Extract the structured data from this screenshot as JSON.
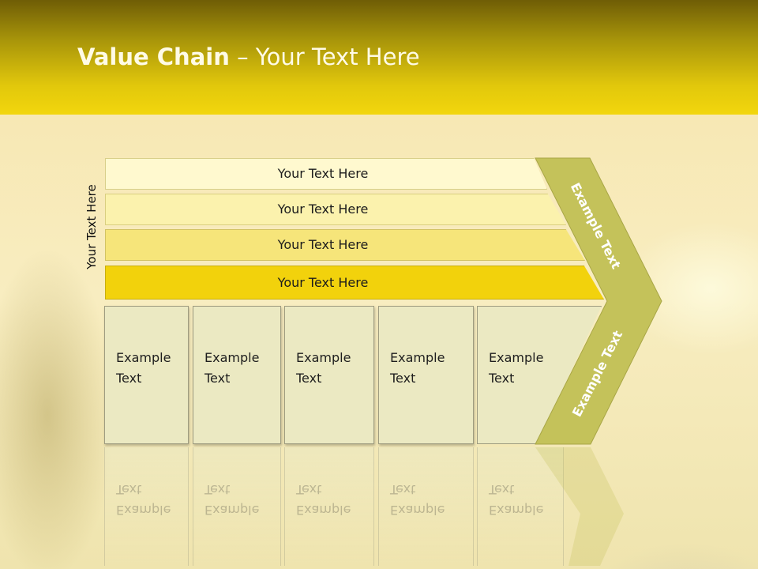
{
  "slide": {
    "title_bold": "Value Chain",
    "title_rest": " – Your Text Here",
    "vertical_label": "Your Text Here"
  },
  "rows": [
    {
      "label": "Your Text Here"
    },
    {
      "label": "Your Text Here"
    },
    {
      "label": "Your Text Here"
    },
    {
      "label": "Your Text Here"
    }
  ],
  "boxes": [
    {
      "label": "Example Text"
    },
    {
      "label": "Example Text"
    },
    {
      "label": "Example Text"
    },
    {
      "label": "Example Text"
    },
    {
      "label": "Example Text"
    }
  ],
  "chevron": {
    "upper_label": "Example Text",
    "lower_label": "Example Text",
    "color": "#c4c25a"
  },
  "colors": {
    "header_dark": "#6f5d06",
    "header_light": "#f2d60d",
    "row1": "#fff9cf",
    "row2": "#fbf2ad",
    "row3": "#f6e57a",
    "row4": "#f2d20c",
    "box": "#ebe9c2"
  }
}
